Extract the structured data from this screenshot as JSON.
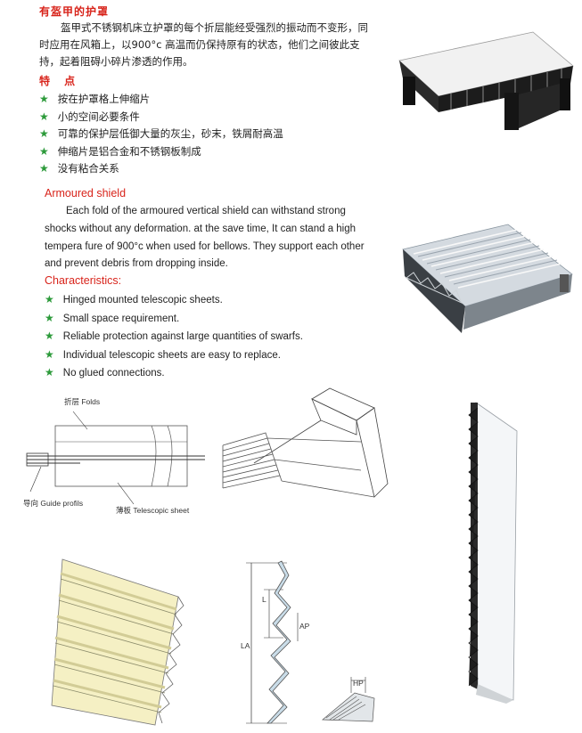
{
  "cn": {
    "heading": "有盔甲的护罩",
    "paragraph": "盔甲式不锈钢机床立护罩的每个折层能经受强烈的振动而不变形，同时应用在风箱上，以900°c 高温而仍保持原有的状态，他们之间彼此支持，起着阻碍小碎片渗透的作用。",
    "features_heading": "特 点",
    "features": [
      "按在护罩格上伸缩片",
      "小的空间必要条件",
      "可靠的保护层低御大量的灰尘，砂末，铁屑耐高温",
      "伸缩片是铝合金和不锈钢板制成",
      "没有粘合关系"
    ]
  },
  "en": {
    "heading": "Armoured shield",
    "paragraph": "Each fold of the armoured vertical shield can withstand strong shocks without any deformation. at the save time, It can stand a high tempera fure of 900°c  when used for bellows. They support each other and prevent debris from dropping inside.",
    "features_heading": "Characteristics:",
    "features": [
      "Hinged mounted telescopic sheets.",
      "Small space requirement.",
      "Reliable protection against large quantities of swarfs.",
      "Individual telescopic sheets are easy to replace.",
      "No glued connections."
    ]
  },
  "bullet": "★",
  "diagram1": {
    "folds_label": "折层 Folds",
    "guide_label": "导向 Guide profils",
    "sheet_label": "薄板 Telescopic sheet"
  },
  "diagram5": {
    "l_label": "L",
    "la_label": "LA",
    "ap_label": "AP",
    "hp_label": "HP"
  },
  "colors": {
    "heading_red": "#d8241b",
    "star_green": "#2c9a3a"
  }
}
